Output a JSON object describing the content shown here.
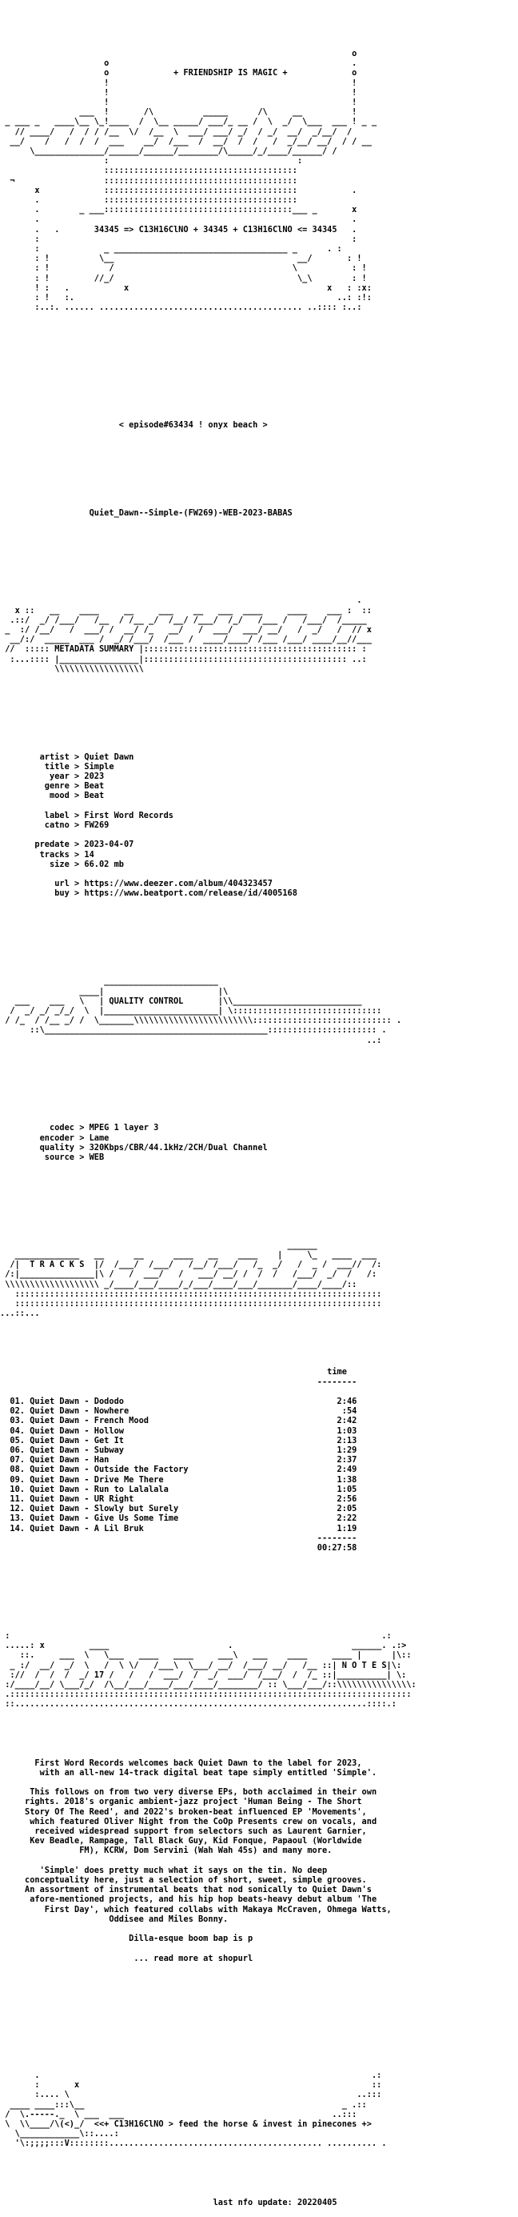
{
  "header_art": [
    "                                                                       o",
    "                     o                                                 .",
    "                     o             + FRIENDSHIP IS MAGIC +             o",
    "                     !                                                 !",
    "                     !                                                 !",
    "                     !                                                 !",
    "                ___  !       /\\          _____      /\\     __          !",
    " _ ___ _   ____\\__ \\_!____  /  \\__ _____/ ___/_ __ /  \\  _/  \\___  ___ ! _ _",
    "   // ____/   /  / / /__  \\/  /__  \\  ___/ ___/ _/  / _/  __/  _/__/  /",
    "  __/    /   /  /  /  ___    __/  /___  /  __/  /  /   /  _/__/ __/  / / __",
    "      \\______________/______/______/________/\\_____/_/____/______/ /",
    "                     :                                      :",
    "                     :::::::::::::::::::::::::::::::::::::::",
    "  ¬                  :::::::::::::::::::::::::::::::::::::::",
    "       x             :::::::::::::::::::::::::::::::::::::::           .",
    "       .             :::::::::::::::::::::::::::::::::::::::",
    "       .        _ ___::::::::::::::::::::::::::::::::::::::___ _       x",
    "       .                                                               .",
    "       .   .       34345 => C13H16ClNO + 34345 + C13H16ClNO <= 34345   .",
    "       :                                                               :",
    "       :             _ ___________________________________ _      . :",
    "       : !          \\__                                     __/       : !",
    "       : !            /                                    \\           : !",
    "       : !         //_/                                     \\_\\        : !",
    "       ! :   .           x                                        x   : :x:",
    "       : !   :.                                                     ..: :!:",
    "       :..:. ...... ......................................... ..:::: :..:"
  ],
  "episode_line": "< episode#63434 ! onyx beach >",
  "release_name": "Quiet_Dawn--Simple-(FW269)-WEB-2023-BABAS",
  "meta_header_art": [
    "                                                                        .",
    "   x ::   __    ____     __     ___    __   ___  ____     ____    ___ :  ::",
    "  .::/  _/ /___/   /__  / /__ _/  /__/ /___/  /_/   /___ /   /___/  /_____",
    " _  :/ /__/   /  ___/ /  __/ /_   __/   /  ___/  ___/ __/   /  _/   /  // x",
    "  __/:/  _____  ___ /  _/ /___/  /___ /  ____/____/ /___ /___/ ____/__//___",
    " //  ::::: METADATA SUMMARY |::::::::::::::::::::::::::::::::::::::::::: :",
    "  :...:::: |________________|::::::::::::::::::::::::::::::::::::::::: ..:",
    "           \\\\\\\\\\\\\\\\\\\\\\\\\\\\\\\\\\\\"
  ],
  "metadata": {
    "rows": [
      {
        "label": "    artist",
        "value": "Quiet Dawn"
      },
      {
        "label": "     title",
        "value": "Simple"
      },
      {
        "label": "      year",
        "value": "2023"
      },
      {
        "label": "     genre",
        "value": "Beat"
      },
      {
        "label": "      mood",
        "value": "Beat"
      },
      {
        "label": "",
        "value": ""
      },
      {
        "label": "     label",
        "value": "First Word Records"
      },
      {
        "label": "     catno",
        "value": "FW269"
      },
      {
        "label": "",
        "value": ""
      },
      {
        "label": "   predate",
        "value": "2023-04-07"
      },
      {
        "label": "    tracks",
        "value": "14"
      },
      {
        "label": "      size",
        "value": "66.02 mb"
      },
      {
        "label": "",
        "value": ""
      },
      {
        "label": "       url",
        "value": "https://www.deezer.com/album/404323457"
      },
      {
        "label": "       buy",
        "value": "https://www.beatport.com/release/id/4005168"
      }
    ]
  },
  "quality_header_art": [
    "                     _______________________",
    "                ____|                       |\\",
    "   ___    ___   \\   | QUALITY CONTROL       |\\\\__________________________",
    "  /  _/ _/ _/_/  \\  |_______________________| \\::::::::::::::::::::::::::::::",
    " / /_  / /__ _/ /  \\_______\\\\\\\\\\\\\\\\\\\\\\\\\\\\\\\\\\\\\\\\\\\\\\\\:::::::::::::::::::::::::::: .",
    "      ::\\_____________________________________________:::::::::::::::::::::: .",
    "                                                                          ..:"
  ],
  "quality": {
    "rows": [
      {
        "label": "     codec",
        "value": "MPEG 1 layer 3"
      },
      {
        "label": "   encoder",
        "value": "Lame"
      },
      {
        "label": "   quality",
        "value": "320Kbps/CBR/44.1kHz/2CH/Dual Channel"
      },
      {
        "label": "    source",
        "value": "WEB"
      }
    ]
  },
  "tracks_header_art": [
    "                                                          ______",
    "   _____________   __      __      ____   __    ____    |     \\_   ____  ___",
    "  /|  T R A C K S  |/  /___/  /___/   /__/ /___/   /_  _/   /  _ /  ___//  /:",
    " /:|_______________|\\ /   /  ___/   /   ___/ __/ /  /  /   /___/  _/  /   /:",
    " \\\\\\\\\\\\\\\\\\\\\\\\\\\\\\\\\\\\\\ _/____/___/____/_/___/____/___/_______/____/____/::",
    "   ::::::::::::::::::::::::::::::::::::::::::::::::::::::::::::::::::::::::::",
    "   ::::::::::::::::::::::::::::::::::::::::::::::::::::::::::::::::::::::::::",
    "...::..."
  ],
  "tracks": {
    "time_header": "time",
    "time_rule": "--------",
    "list": [
      {
        "num": "01.",
        "name": "Quiet Dawn - Dododo",
        "time": "2:46"
      },
      {
        "num": "02.",
        "name": "Quiet Dawn - Nowhere",
        "time": ":54"
      },
      {
        "num": "03.",
        "name": "Quiet Dawn - French Mood",
        "time": "2:42"
      },
      {
        "num": "04.",
        "name": "Quiet Dawn - Hollow",
        "time": "1:03"
      },
      {
        "num": "05.",
        "name": "Quiet Dawn - Get It",
        "time": "2:13"
      },
      {
        "num": "06.",
        "name": "Quiet Dawn - Subway",
        "time": "1:29"
      },
      {
        "num": "07.",
        "name": "Quiet Dawn - Han",
        "time": "2:37"
      },
      {
        "num": "08.",
        "name": "Quiet Dawn - Outside the Factory",
        "time": "2:49"
      },
      {
        "num": "09.",
        "name": "Quiet Dawn - Drive Me There",
        "time": "1:38"
      },
      {
        "num": "10.",
        "name": "Quiet Dawn - Run to Lalalala",
        "time": "1:05"
      },
      {
        "num": "11.",
        "name": "Quiet Dawn - UR Right",
        "time": "2:56"
      },
      {
        "num": "12.",
        "name": "Quiet Dawn - Slowly but Surely",
        "time": "2:05"
      },
      {
        "num": "13.",
        "name": "Quiet Dawn - Give Us Some Time",
        "time": "2:22"
      },
      {
        "num": "14.",
        "name": "Quiet Dawn - A Lil Bruk",
        "time": "1:19"
      }
    ],
    "total_rule": "--------",
    "total": "00:27:58"
  },
  "notes_header_art": [
    " :                                                                           .:",
    " .....: x         ____                        .                        ______. .:>",
    "    ::.     ___  \\   \\___   ____   ____     ___\\   ___    ____     ____ |      |\\::",
    "  _ :/  __/  _/  \\   /  \\ \\/   /___\\  \\___/ __/  /___/ __/   /__ ::| N O T E S|\\:",
    "  ://  /  /  /  _/ 17 /   /   /  ___/  /  _/  ___/  /___/  /  /_ ::|__________| \\:",
    " :/____/__/ \\___/_/  /\\__/___/____/___/____/________/ :: \\___/___/::\\\\\\\\\\\\\\\\\\\\\\\\\\\\\\:",
    " .:::::::::::::::::::::::::::::::::::::::::::::::::::::::::::::::::::::::::::::::::",
    " ::.......................................................................::::.:"
  ],
  "notes": {
    "paragraphs": [
      [
        "       First Word Records welcomes back Quiet Dawn to the label for 2023,",
        "        with an all-new 14-track digital beat tape simply entitled 'Simple'."
      ],
      [
        "      This follows on from two very diverse EPs, both acclaimed in their own",
        "     rights. 2018's organic ambient-jazz project 'Human Being - The Short",
        "     Story Of The Reed', and 2022's broken-beat influenced EP 'Movements',",
        "      which featured Oliver Night from the CoOp Presents crew on vocals, and",
        "       received widespread support from selectors such as Laurent Garnier,",
        "      Kev Beadle, Rampage, Tall Black Guy, Kid Fonque, Papaoul (Worldwide",
        "                FM), KCRW, Dom Servini (Wah Wah 45s) and many more."
      ],
      [
        "        'Simple' does pretty much what it says on the tin. No deep",
        "     conceptuality here, just a selection of short, sweet, simple grooves.",
        "     An assortment of instrumental beats that nod sonically to Quiet Dawn's",
        "      afore-mentioned projects, and his hip hop beats-heavy debut album 'The",
        "         First Day', which featured collabs with Makaya McCraven, Ohmega Watts,",
        "                      Oddisee and Miles Bonny."
      ],
      [
        "                          Dilla-esque boom bap is p"
      ],
      [
        "                           ... read more at shopurl"
      ]
    ]
  },
  "footer_art": [
    "       .                                                                   .:",
    "       :       x                                                           ::",
    "       :.... \\                                                          ..:::",
    "  ____ ____:::\\__                                                    _ .::",
    " /  \\.-----._  \\ ___  ___                                          ..:::",
    " \\  \\\\____/\\(<)_/  <<+ C13H16ClNO > feed the horse & invest in pinecones +>",
    "   \\____________\\::....:",
    "   '\\:;;;;:::V::::::::........................................... .......... ."
  ],
  "last_update": "last nfo update: 20220405"
}
